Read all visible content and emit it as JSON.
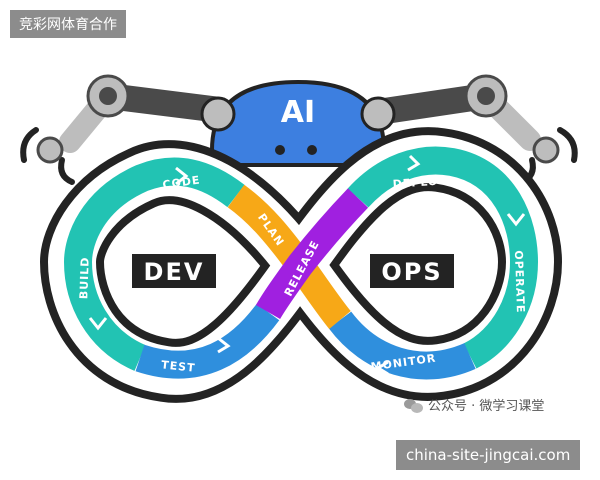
{
  "watermark_top": "竞彩网体育合作",
  "watermark_bottom": "china-site-jingcai.com",
  "wechat_label": "公众号 · 微学习课堂",
  "robot": {
    "label": "AI"
  },
  "left_loop": {
    "label": "DEV",
    "stages": [
      "CODE",
      "BUILD",
      "TEST"
    ]
  },
  "right_loop": {
    "label": "OPS",
    "stages": [
      "DEPLOY",
      "OPERATE",
      "MONITOR"
    ]
  },
  "crossing": {
    "stages": [
      "PLAN",
      "RELEASE"
    ]
  },
  "colors": {
    "teal": "#22c3b3",
    "blue": "#2f8fdd",
    "purple": "#a020e0",
    "orange": "#f7a817",
    "dark": "#232323",
    "robot_blue": "#3d7fe0",
    "arm_gray": "#4a4a4a",
    "arm_light": "#bdbdbd"
  }
}
